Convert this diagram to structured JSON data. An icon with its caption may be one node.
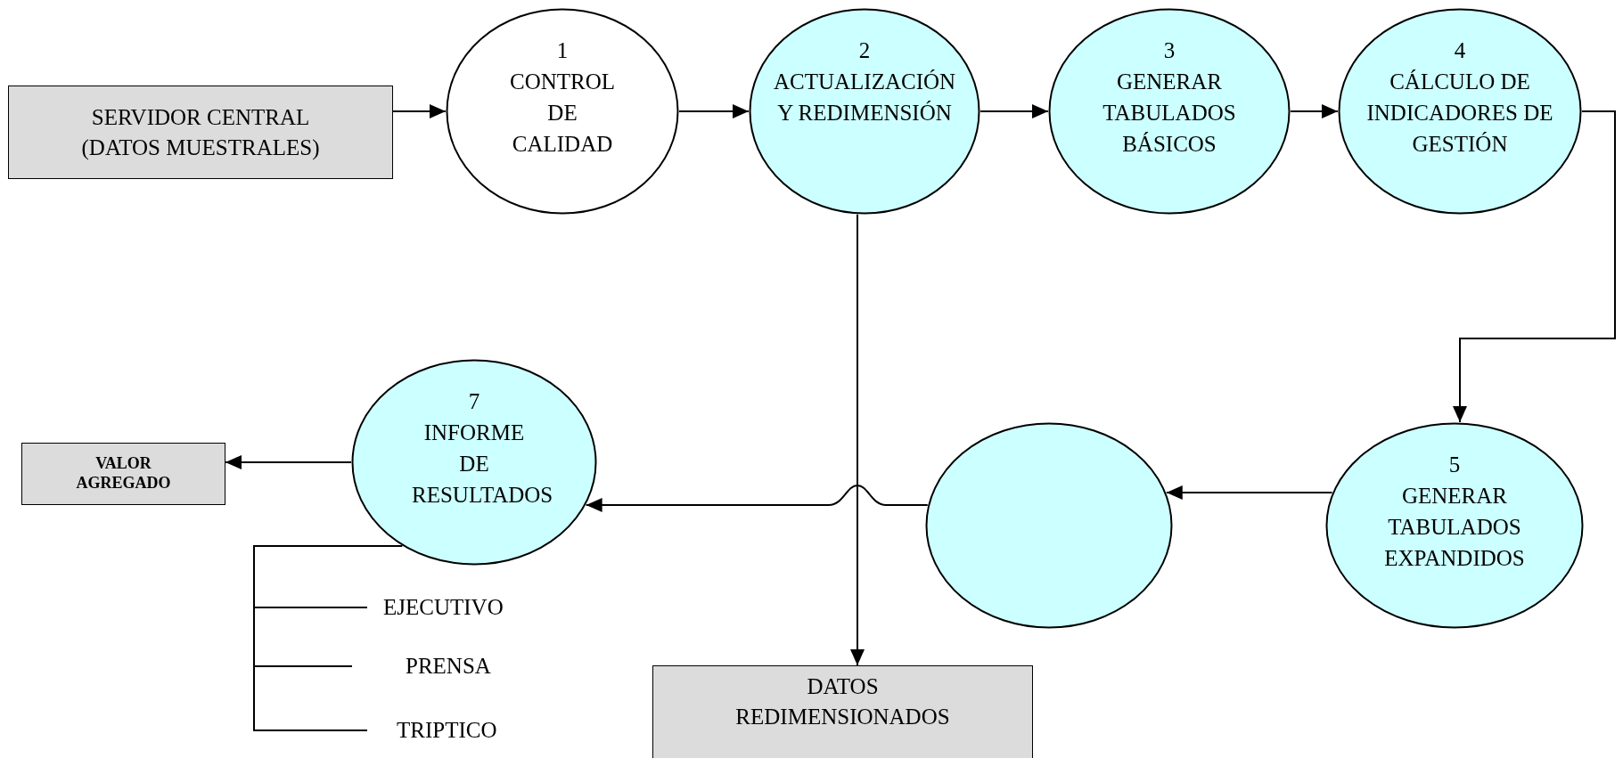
{
  "diagram": {
    "nodes": [
      {
        "text": [
          "SERVIDOR CENTRAL (DATOS MUESTRALES)"
        ]
      },
      {
        "text": [
          "1",
          "CONTROL DE CALIDAD"
        ]
      },
      {
        "text": [
          "2",
          "ACTUALIZACIÓN Y REDIMENSIÓN"
        ]
      },
      {
        "text": [
          "3",
          "GENERAR TABULADOS BÁSICOS"
        ]
      },
      {
        "text": [
          "4",
          "CÁLCULO DE INDICADORES DE GESTIÓN"
        ]
      },
      {
        "text": [
          "5",
          "GENERAR TABULADOS EXPANDIDOS"
        ]
      },
      {
        "text": [],
        "shape": "circle"
      },
      {
        "text": [
          "7",
          "INFORME DE RESULTADOS"
        ]
      },
      {
        "text": [
          "VALOR AGREGADO"
        ]
      },
      {
        "text": [
          "DATOS REDIMENSIONADOS"
        ]
      },
      {
        "text": [
          "EJECUTIVO"
        ]
      },
      {
        "text": [
          "PRENSA"
        ]
      },
      {
        "text": [
          "TRIPTICO"
        ]
      }
    ],
    "edges": [
      {
        "from": 0,
        "to": 1,
        "arrow": "to"
      },
      {
        "from": 1,
        "to": 2,
        "arrow": "to"
      },
      {
        "from": 2,
        "to": 3,
        "arrow": "to"
      },
      {
        "from": 3,
        "to": 4,
        "arrow": "to"
      },
      {
        "from": 4,
        "to": 5,
        "arrow": "to"
      },
      {
        "from": 5,
        "to": 6,
        "arrow": "to"
      },
      {
        "from": 6,
        "to": 7,
        "arrow": "to"
      },
      {
        "from": 7,
        "to": 8,
        "arrow": "to"
      },
      {
        "from": 2,
        "to": 9,
        "arrow": "to"
      },
      {
        "from": 7,
        "to": 10,
        "arrow": "none"
      },
      {
        "from": 7,
        "to": 11,
        "arrow": "none"
      },
      {
        "from": 7,
        "to": 12,
        "arrow": "none"
      }
    ]
  }
}
